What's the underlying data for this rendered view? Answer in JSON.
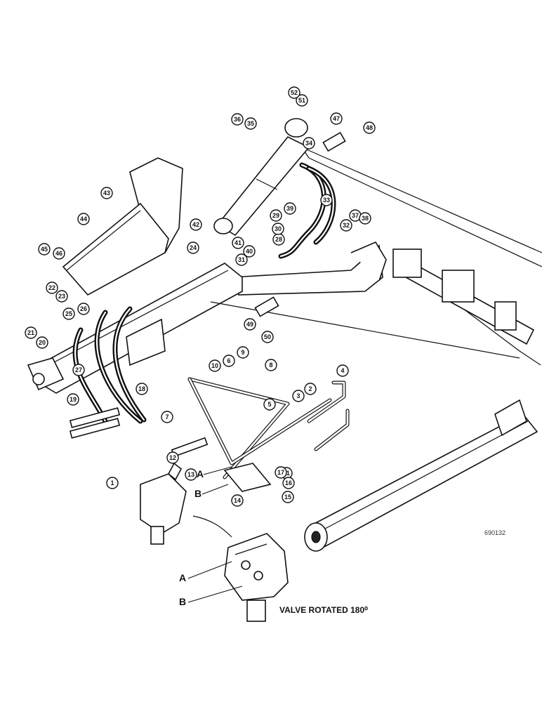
{
  "figure_id": "690132",
  "caption": "VALVE ROTATED 180⁰",
  "port_labels": {
    "a": "A",
    "b": "B"
  },
  "callouts": [
    "1",
    "2",
    "3",
    "4",
    "5",
    "6",
    "7",
    "8",
    "9",
    "10",
    "11",
    "12",
    "13",
    "14",
    "15",
    "16",
    "17",
    "18",
    "19",
    "20",
    "21",
    "22",
    "23",
    "24",
    "25",
    "26",
    "27",
    "28",
    "29",
    "30",
    "31",
    "32",
    "33",
    "34",
    "35",
    "36",
    "37",
    "38",
    "39",
    "40",
    "41",
    "42",
    "43",
    "44",
    "45",
    "46",
    "47",
    "48",
    "49",
    "50",
    "51",
    "52"
  ],
  "colors": {
    "line": "#111111",
    "paper": "#ffffff"
  }
}
